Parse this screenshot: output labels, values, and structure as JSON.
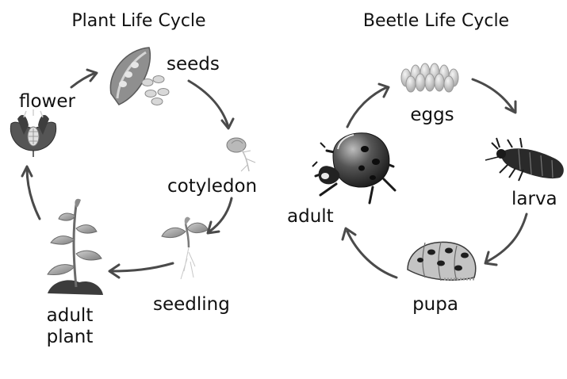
{
  "plant_cycle": {
    "title": "Plant Life Cycle",
    "stages": {
      "seeds": "seeds",
      "cotyledon": "cotyledon",
      "seedling": "seedling",
      "adult_plant_line1": "adult",
      "adult_plant_line2": "plant",
      "flower": "flower"
    }
  },
  "beetle_cycle": {
    "title": "Beetle Life Cycle",
    "stages": {
      "eggs": "eggs",
      "larva": "larva",
      "pupa": "pupa",
      "adult": "adult"
    }
  },
  "colors": {
    "arrow": "#4a4a4a",
    "text": "#111111",
    "background": "#ffffff"
  },
  "icons": [
    "seed-pod-icon",
    "sprouting-seed-icon",
    "seedling-icon",
    "adult-plant-icon",
    "flower-icon",
    "eggs-icon",
    "larva-icon",
    "pupa-icon",
    "ladybug-icon"
  ]
}
